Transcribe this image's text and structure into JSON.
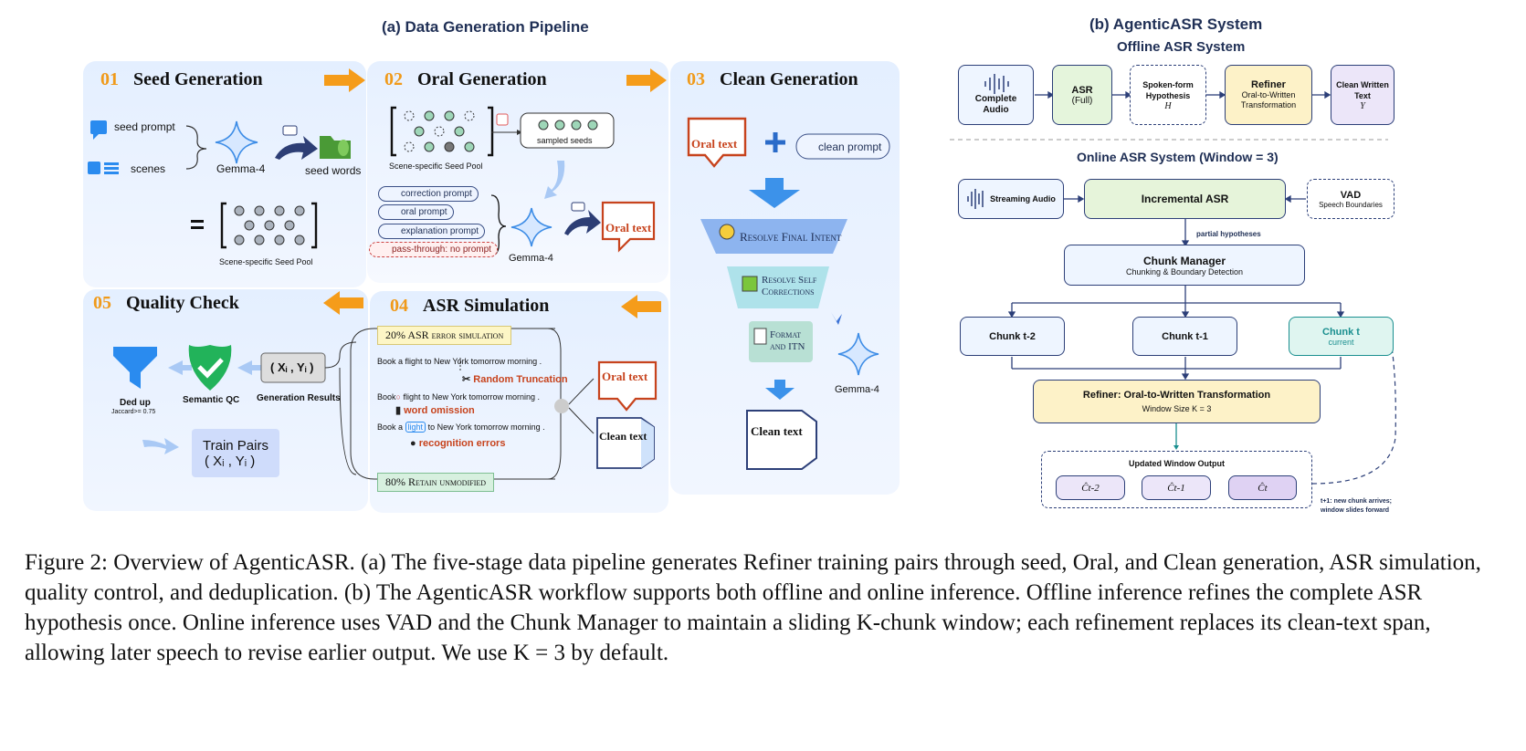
{
  "left_title": "(a) Data Generation Pipeline",
  "right_title": "(b) AgenticASR System",
  "stage1": {
    "num": "01",
    "title": "Seed Generation",
    "seed_prompt": "seed prompt",
    "scenes": "scenes",
    "model": "Gemma-4",
    "seed_words": "seed words",
    "pool": "Scene-specific Seed Pool"
  },
  "stage2": {
    "num": "02",
    "title": "Oral Generation",
    "pool": "Scene-specific Seed Pool",
    "sampled": "sampled seeds",
    "p1": "correction prompt",
    "p2": "oral prompt",
    "p3": "explanation prompt",
    "p4": "pass-through: no prompt",
    "model": "Gemma-4",
    "out": "Oral text"
  },
  "stage3": {
    "num": "03",
    "title": "Clean Generation",
    "oral": "Oral text",
    "prompt": "clean prompt",
    "step1": "Resolve Final Intent",
    "step2a": "Resolve Self",
    "step2b": "Corrections",
    "step3a": "Format",
    "step3b": "and ITN",
    "model": "Gemma-4",
    "out": "Clean text"
  },
  "stage4": {
    "num": "04",
    "title": "ASR Simulation",
    "top": "20% ASR error simulation",
    "s1": "Book a flight to New",
    "s1b": "York  tomorrow morning .",
    "e1": "Random Truncation",
    "s2a": "Book",
    "s2b": "flight to New York  tomorrow morning .",
    "e2": "word omission",
    "s3a": "Book a",
    "s3w": "light",
    "s3b": "to New York  tomorrow morning .",
    "e3": "recognition errors",
    "bottom": "80% Retain unmodified",
    "oral": "Oral text",
    "clean": "Clean text"
  },
  "stage5": {
    "num": "05",
    "title": "Quality Check",
    "dedup": "Ded up",
    "jaccard": "Jaccard>= 0.75",
    "qc": "Semantic QC",
    "gen": "Generation Results",
    "xy": "( Xᵢ , Yᵢ )",
    "train": "Train Pairs",
    "train_xy": "( Xᵢ , Yᵢ )"
  },
  "offline": {
    "title": "Offline ASR System",
    "audio": "Complete Audio",
    "asr": "ASR",
    "asr_sub": "(Full)",
    "hyp": "Spoken-form Hypothesis",
    "hyp_h": "H",
    "ref": "Refiner",
    "ref_sub": "Oral-to-Written Transformation",
    "clean": "Clean Written Text",
    "clean_y": "Y"
  },
  "online": {
    "title": "Online ASR System (Window = 3)",
    "stream": "Streaming Audio",
    "inc": "Incremental ASR",
    "vad": "VAD",
    "vad_sub": "Speech Boundaries",
    "partial": "partial hypotheses",
    "cm": "Chunk Manager",
    "cm_sub": "Chunking & Boundary Detection",
    "c1": "Chunk t-2",
    "c2": "Chunk t-1",
    "c3": "Chunk t",
    "c3_sub": "current",
    "ref": "Refiner: Oral-to-Written Transformation",
    "ref_sub": "Window Size K = 3",
    "upd": "Updated Window Output",
    "o1": "Ĉt-2",
    "o2": "Ĉt-1",
    "o3": "Ĉt",
    "note1": "t+1: new chunk arrives;",
    "note2": "window slides forward"
  },
  "caption": "Figure 2: Overview of AgenticASR. (a) The five-stage data pipeline generates Refiner training pairs through seed, Oral, and Clean generation, ASR simulation, quality control, and deduplication. (b) The AgenticASR workflow supports both offline and online inference. Offline inference refines the complete ASR hypothesis once. Online inference uses VAD and the Chunk Manager to maintain a sliding K-chunk window; each refinement replaces its clean-text span, allowing later speech to revise earlier output. We use K = 3 by default."
}
